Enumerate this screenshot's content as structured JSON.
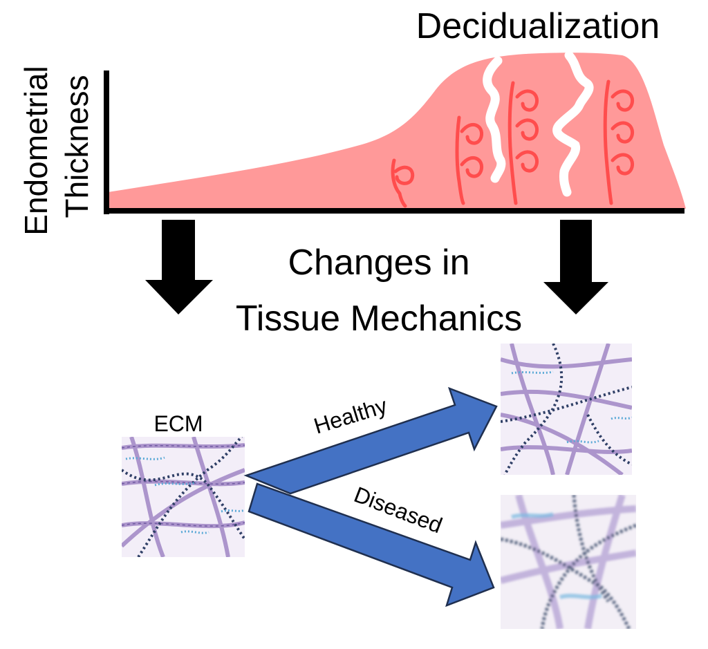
{
  "figure": {
    "title": "Decidualization",
    "y_axis_label_line1": "Endometrial",
    "y_axis_label_line2": "Thickness",
    "center_label_line1": "Changes in",
    "center_label_line2": "Tissue Mechanics",
    "ecm_label": "ECM",
    "healthy_label": "Healthy",
    "diseased_label": "Diseased"
  },
  "colors": {
    "tissue": "#ff9999",
    "spiral_artery": "#ff4d4d",
    "gland": "#ffffff",
    "arrow_blue": "#4472c4",
    "arrow_black": "#000000",
    "collagen": "#a58cc8",
    "fiber_dark": "#2f3f66",
    "fiber_blue": "#5aa9d6",
    "ecm_bg": "#f3eef8"
  },
  "icons": {
    "left_arrow": "down-arrow-icon",
    "right_arrow": "down-arrow-icon"
  }
}
